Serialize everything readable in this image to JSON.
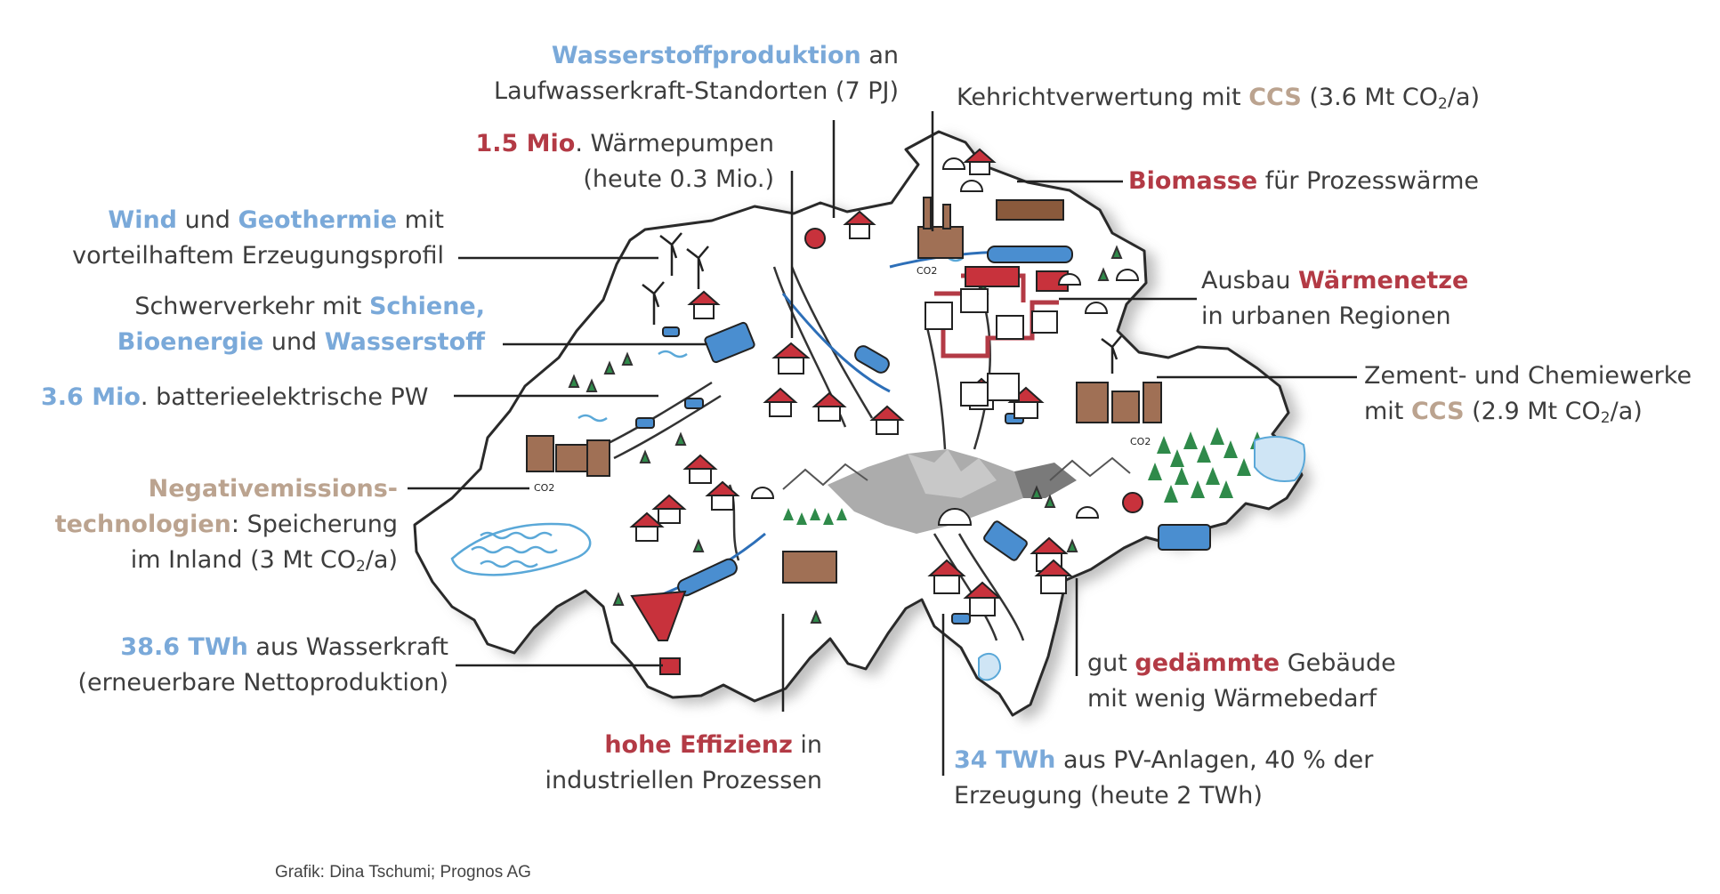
{
  "labels": {
    "wasserstoff": {
      "highlight": "Wasserstoffproduktion",
      "text1": " an",
      "line2": "Laufwasserkraft-Standorten (7 PJ)"
    },
    "waermepumpen": {
      "highlight": "1.5 Mio",
      "text1": ". Wärmepumpen",
      "line2": "(heute 0.3 Mio.)"
    },
    "kehricht": {
      "text1": "Kehrichtverwertung mit ",
      "highlight": "CCS",
      "text2": " (3.6 Mt CO",
      "sub": "2",
      "text3": "/a)"
    },
    "biomasse": {
      "highlight": "Biomasse",
      "text1": " für Prozesswärme"
    },
    "wind": {
      "highlight1": "Wind",
      "text1": " und ",
      "highlight2": "Geothermie",
      "text2": " mit",
      "line2": "vorteilhaftem Erzeugungsprofil"
    },
    "waermenetze": {
      "text1": "Ausbau ",
      "highlight": "Wärmenetze",
      "line2": "in urbanen Regionen"
    },
    "schwerverkehr": {
      "text1": "Schwerverkehr mit ",
      "highlight1": "Schiene,",
      "highlight2": "Bioenergie",
      "text2": " und ",
      "highlight3": "Wasserstoff"
    },
    "zement": {
      "line1": "Zement- und Chemiewerke",
      "text1": "mit ",
      "highlight": "CCS",
      "text2": " (2.9 Mt CO",
      "sub": "2",
      "text3": "/a)"
    },
    "pw": {
      "highlight": "3.6 Mio",
      "text1": ". batterieelektrische PW"
    },
    "negativ": {
      "highlight1": "Negativemissions-",
      "highlight2": "technologien",
      "text1": ":  Speicherung",
      "line3a": "im Inland (3 Mt CO",
      "sub": "2",
      "line3b": "/a)"
    },
    "wasserkraft": {
      "highlight": "38.6 TWh",
      "text1": " aus Wasserkraft",
      "line2": "(erneuerbare Nettoproduktion)"
    },
    "gebaeude": {
      "text1": "gut ",
      "highlight": "gedämmte",
      "text2": " Gebäude",
      "line2": "mit wenig Wärmebedarf"
    },
    "effizienz": {
      "highlight": "hohe Effizienz",
      "text1": " in",
      "line2": "industriellen Prozessen"
    },
    "pv": {
      "highlight": "34 TWh",
      "text1": " aus PV-Anlagen, 40 % der",
      "line2": "Erzeugung (heute 2 TWh)"
    }
  },
  "map_small_text": {
    "co2_1": "CO2",
    "co2_2": "CO2",
    "co2_3": "CO2"
  },
  "credit": "Grafik: Dina Tschumi; Prognos AG",
  "colors": {
    "blue": "#7aa9d9",
    "red": "#b33a45",
    "tan": "#bba38f",
    "water": "#5aa8d8",
    "forest": "#2f8a4a",
    "mountain": "#9a9a9a"
  }
}
